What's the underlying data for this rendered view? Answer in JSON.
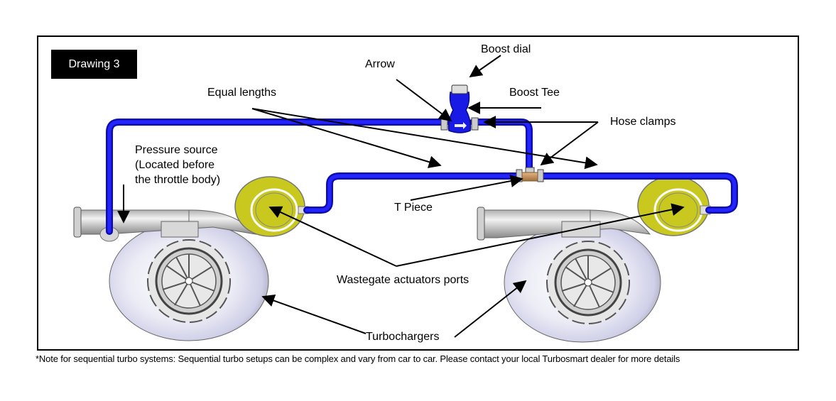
{
  "title": "Drawing 3",
  "labels": {
    "boost_dial": "Boost dial",
    "arrow": "Arrow",
    "boost_tee": "Boost Tee",
    "equal_lengths": "Equal lengths",
    "hose_clamps": "Hose clamps",
    "pressure_source_line1": "Pressure source",
    "pressure_source_line2": "(Located before",
    "pressure_source_line3": "the throttle body)",
    "t_piece": "T Piece",
    "wastegate_ports": "Wastegate actuators ports",
    "turbochargers": "Turbochargers"
  },
  "footnote": "*Note for sequential turbo systems: Sequential turbo setups can be complex and vary from car to car. Please contact your local Turbosmart dealer for more details",
  "colors": {
    "hose": "#1a1ae6",
    "actuator": "#c8c81e",
    "t_piece": "#c8925a",
    "turbo_body": "#e8e8f0"
  }
}
